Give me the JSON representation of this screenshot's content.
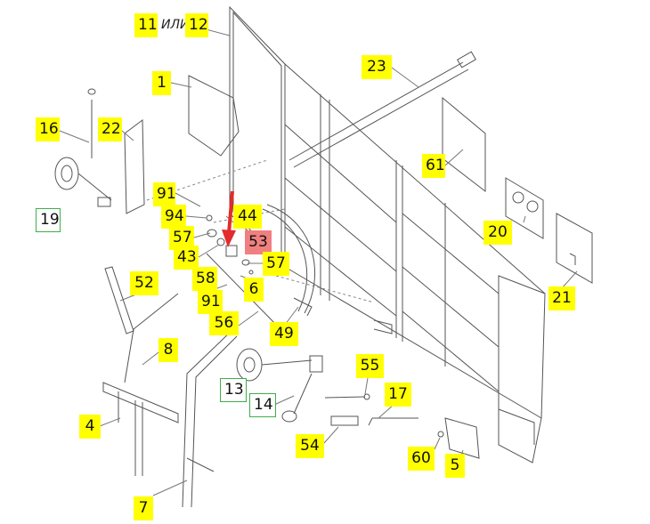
{
  "colors": {
    "label_yellow": "#ffff00",
    "label_green_border": "#3fae49",
    "label_highlight": "#f08080",
    "arrow": "#e32b2b",
    "line": "#555555"
  },
  "labels": {
    "l11": "11",
    "ili": "ИЛИ",
    "l12": "12",
    "l23": "23",
    "l1": "1",
    "l16": "16",
    "l22": "22",
    "l61": "61",
    "l91a": "91",
    "l94": "94",
    "l44": "44",
    "l19": "19",
    "l57a": "57",
    "l53": "53",
    "l20": "20",
    "l43": "43",
    "l57b": "57",
    "l52": "52",
    "l58": "58",
    "l6": "6",
    "l91b": "91",
    "l21": "21",
    "l56": "56",
    "l49": "49",
    "l8": "8",
    "l55": "55",
    "l13": "13",
    "l17": "17",
    "l14": "14",
    "l4": "4",
    "l54": "54",
    "l60": "60",
    "l5": "5",
    "l7": "7"
  }
}
